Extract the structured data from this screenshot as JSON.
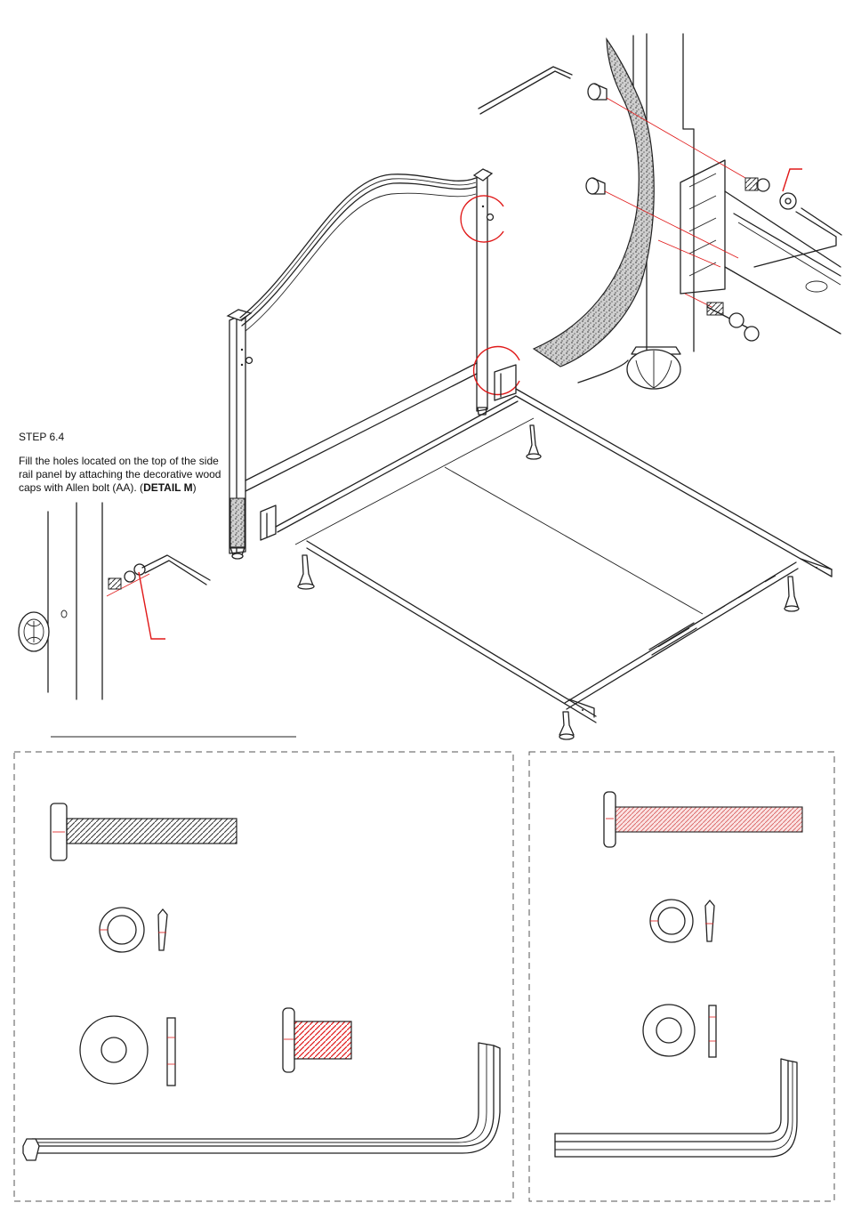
{
  "step": {
    "title": "STEP 6.4",
    "text_main": "Fill the holes located on the top of the side rail panel by attaching the decorative wood caps with Allen bolt (AA). (",
    "text_bold": "DETAIL M",
    "text_end": ")"
  },
  "colors": {
    "line": "#222222",
    "accent_red": "#e01818",
    "fabric_texture": "#9a9a9a"
  }
}
